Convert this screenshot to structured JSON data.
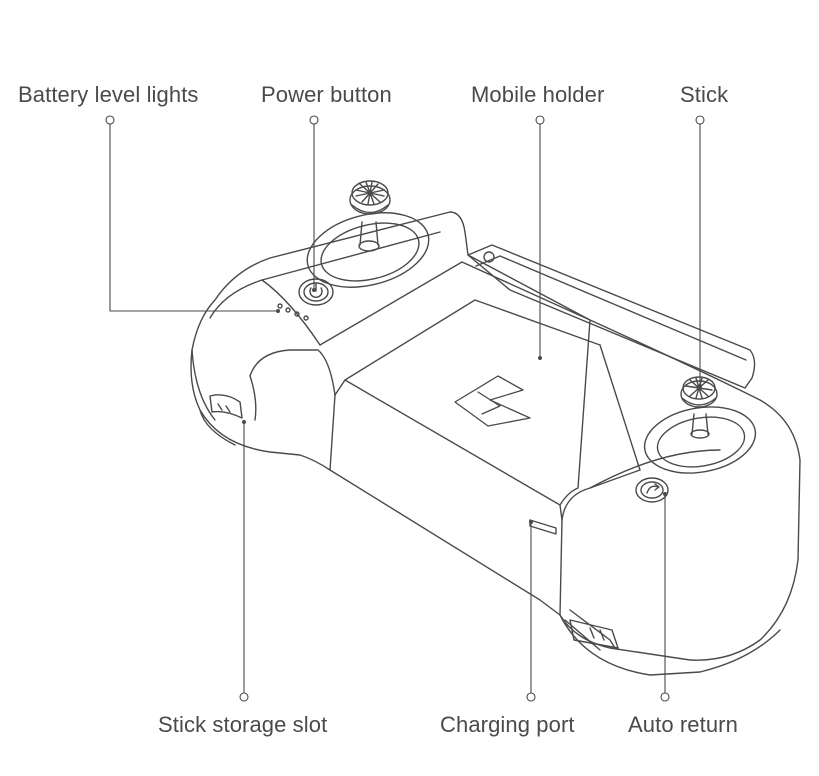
{
  "labels": {
    "battery_level_lights": "Battery level lights",
    "power_button": "Power button",
    "mobile_holder": "Mobile holder",
    "stick": "Stick",
    "stick_storage_slot": "Stick storage slot",
    "charging_port": "Charging port",
    "auto_return": "Auto return"
  },
  "colors": {
    "line": "#4a4a4a",
    "text": "#4a4a4a",
    "background": "#ffffff"
  }
}
